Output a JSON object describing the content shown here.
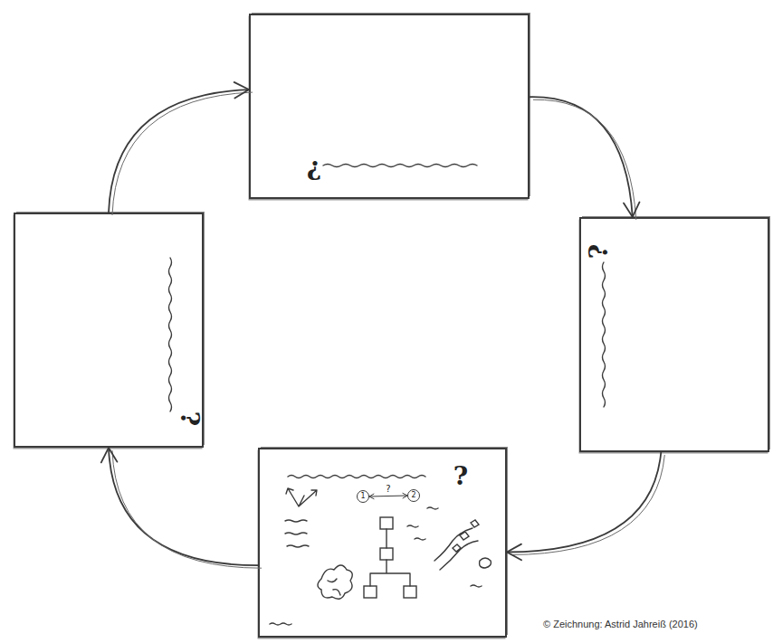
{
  "diagram": {
    "nodes": [
      {
        "text": [
          "?"
        ]
      },
      {
        "text": [
          "?"
        ]
      },
      {
        "text": [
          "?"
        ]
      },
      {
        "text": [
          "?"
        ]
      },
      {
        "text": [
          "1"
        ],
        "in": 3
      },
      {
        "text": [
          "2"
        ],
        "in": 3
      }
    ],
    "edges": [
      {
        "from": 0,
        "to": 2,
        "arrow": "to"
      },
      {
        "from": 2,
        "to": 3,
        "arrow": "to"
      },
      {
        "from": 3,
        "to": 1,
        "arrow": "to"
      },
      {
        "from": 1,
        "to": 0,
        "arrow": "to"
      },
      {
        "from": 4,
        "to": 5,
        "label": "?",
        "arrow": "both"
      }
    ],
    "labels": [
      "© Zeichnung: Astrid Jahreiß (2016)"
    ]
  }
}
